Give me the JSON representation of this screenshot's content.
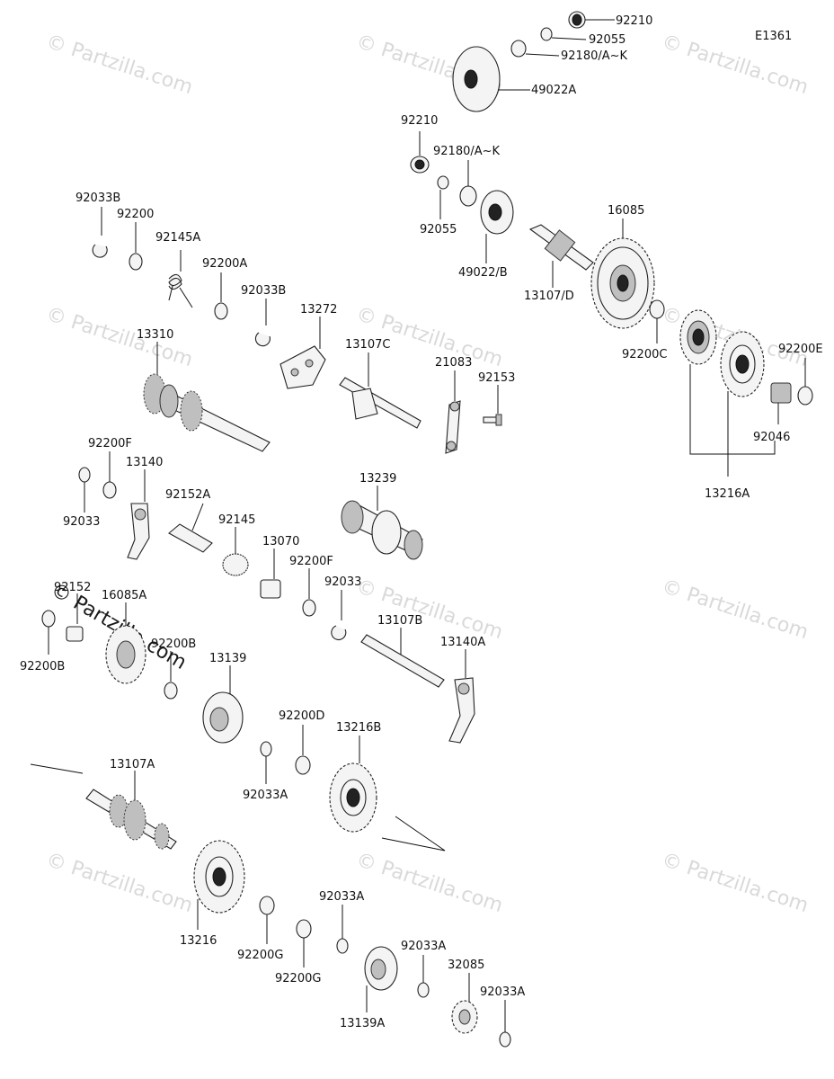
{
  "diagram_code": "E1361",
  "watermark": {
    "text": "© Partzilla.com",
    "main_text": "© Partzilla.com"
  },
  "labels": [
    {
      "id": "p92210a",
      "text": "92210"
    },
    {
      "id": "p92055a",
      "text": "92055"
    },
    {
      "id": "p92180a",
      "text": "92180/A~K"
    },
    {
      "id": "p49022a",
      "text": "49022A"
    },
    {
      "id": "p92210b",
      "text": "92210"
    },
    {
      "id": "p92180b",
      "text": "92180/A~K"
    },
    {
      "id": "p92055b",
      "text": "92055"
    },
    {
      "id": "p49022b",
      "text": "49022/B"
    },
    {
      "id": "p16085",
      "text": "16085"
    },
    {
      "id": "p13107d",
      "text": "13107/D"
    },
    {
      "id": "p92200c",
      "text": "92200C"
    },
    {
      "id": "p92200e",
      "text": "92200E"
    },
    {
      "id": "p92046",
      "text": "92046"
    },
    {
      "id": "p13216a",
      "text": "13216A"
    },
    {
      "id": "p92033b1",
      "text": "92033B"
    },
    {
      "id": "p92200",
      "text": "92200"
    },
    {
      "id": "p92145a",
      "text": "92145A"
    },
    {
      "id": "p92200a",
      "text": "92200A"
    },
    {
      "id": "p92033b2",
      "text": "92033B"
    },
    {
      "id": "p13272",
      "text": "13272"
    },
    {
      "id": "p13310",
      "text": "13310"
    },
    {
      "id": "p13107c",
      "text": "13107C"
    },
    {
      "id": "p21083",
      "text": "21083"
    },
    {
      "id": "p92153",
      "text": "92153"
    },
    {
      "id": "p92200f1",
      "text": "92200F"
    },
    {
      "id": "p13140",
      "text": "13140"
    },
    {
      "id": "p92033a1",
      "text": "92033"
    },
    {
      "id": "p92152a",
      "text": "92152A"
    },
    {
      "id": "p92145",
      "text": "92145"
    },
    {
      "id": "p13070",
      "text": "13070"
    },
    {
      "id": "p92200f2",
      "text": "92200F"
    },
    {
      "id": "p13239",
      "text": "13239"
    },
    {
      "id": "p92033a2",
      "text": "92033"
    },
    {
      "id": "p92152",
      "text": "92152"
    },
    {
      "id": "p16085a",
      "text": "16085A"
    },
    {
      "id": "p92200b1",
      "text": "92200B"
    },
    {
      "id": "p92200b2",
      "text": "92200B"
    },
    {
      "id": "p13139",
      "text": "13139"
    },
    {
      "id": "p13107b",
      "text": "13107B"
    },
    {
      "id": "p13140a",
      "text": "13140A"
    },
    {
      "id": "p92200d",
      "text": "92200D"
    },
    {
      "id": "p13216b",
      "text": "13216B"
    },
    {
      "id": "p92033a3",
      "text": "92033A"
    },
    {
      "id": "p13107a",
      "text": "13107A"
    },
    {
      "id": "p13216",
      "text": "13216"
    },
    {
      "id": "p92200g1",
      "text": "92200G"
    },
    {
      "id": "p92033a4",
      "text": "92033A"
    },
    {
      "id": "p92200g2",
      "text": "92200G"
    },
    {
      "id": "p92033a5",
      "text": "92033A"
    },
    {
      "id": "p32085",
      "text": "32085"
    },
    {
      "id": "p13139a",
      "text": "13139A"
    },
    {
      "id": "p92033a6",
      "text": "92033A"
    }
  ]
}
